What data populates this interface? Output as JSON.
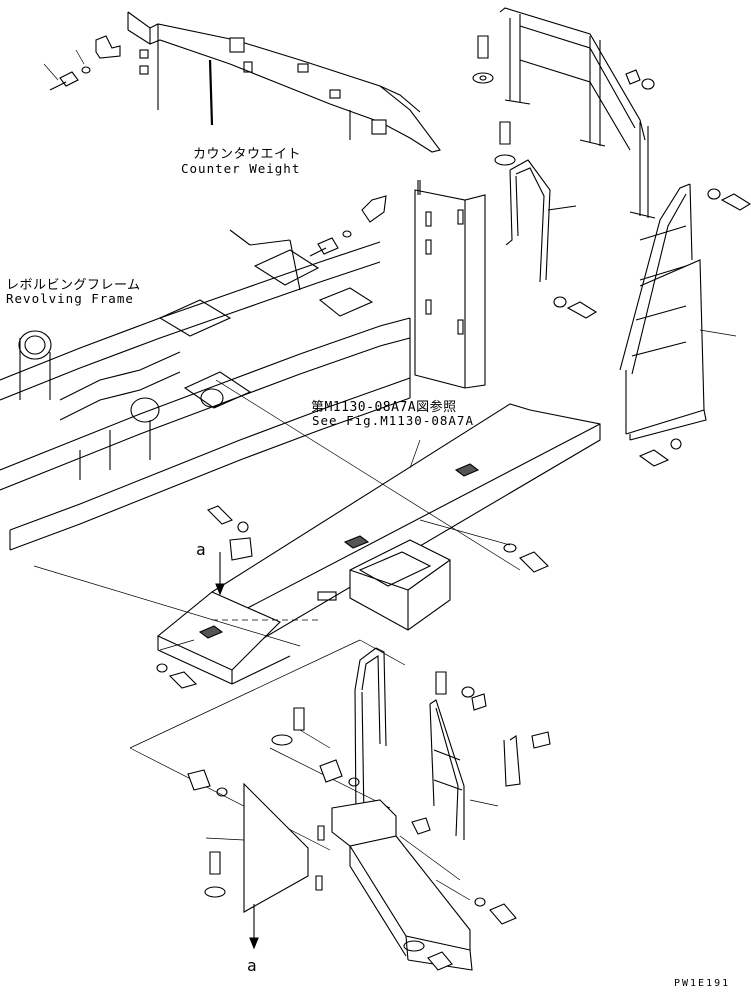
{
  "labels": {
    "counterweight_jp": "カウンタウエイト",
    "counterweight_en": "Counter Weight",
    "revolving_frame_jp": "レボルビングフレーム",
    "revolving_frame_en": "Revolving Frame",
    "see_fig_jp": "第M1130-08A7A図参照",
    "see_fig_en": "See Fig.M1130-08A7A",
    "ref_a_top": "a",
    "ref_a_bottom": "a",
    "drawing_code": "PW1E191"
  }
}
